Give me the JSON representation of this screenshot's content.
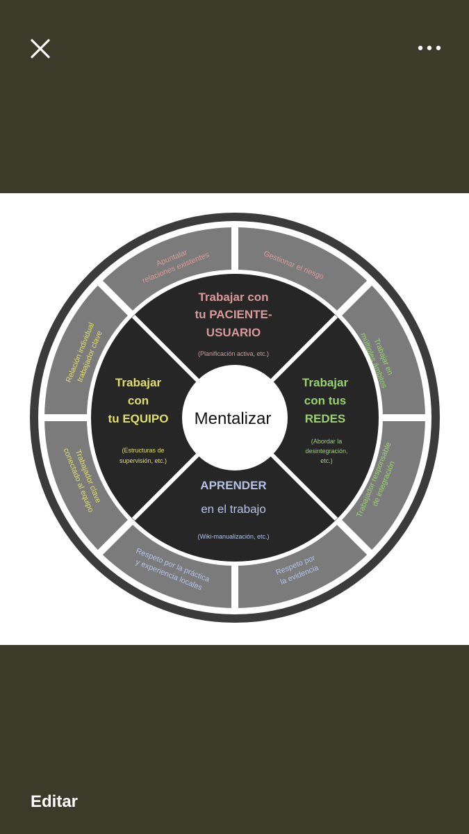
{
  "toolbar": {
    "close_icon": "close-icon",
    "more_icon": "more-options-icon",
    "edit_label": "Editar"
  },
  "colors": {
    "background": "#3a3c29",
    "pink": "#d99a9a",
    "yellow": "#e0df6a",
    "green": "#97d36d",
    "blue": "#b6c3e8"
  },
  "diagram": {
    "center": "Mentalizar",
    "top": {
      "lines": [
        "Trabajar con",
        "tu PACIENTE-",
        "USUARIO"
      ],
      "note": "(Planificación activa, etc.)"
    },
    "left": {
      "lines": [
        "Trabajar",
        "con",
        "tu EQUIPO"
      ],
      "note": [
        "(Estructuras de",
        "supervisión, etc.)"
      ]
    },
    "right": {
      "lines": [
        "Trabajar",
        "con tus",
        "REDES"
      ],
      "note": [
        "(Abordar la",
        "desintegración,",
        "etc.)"
      ]
    },
    "bottom": {
      "lines": [
        "APRENDER",
        "en el trabajo"
      ],
      "note": "(Wiki-manualización, etc.)"
    },
    "outer": {
      "top_left": [
        "Apuntalar",
        "relaciones existentes"
      ],
      "top_right": [
        "Gestionar el riesgo"
      ],
      "right_upper": [
        "Trabajar en",
        "múltiples ámbitos"
      ],
      "right_lower": [
        "Trabajador responsable",
        "de integración"
      ],
      "bottom_right": [
        "Respeto por",
        "la evidencia"
      ],
      "bottom_left": [
        "Respeto por la práctica",
        "y experiencia locales"
      ],
      "left_lower": [
        "Trabajador clave",
        "conectado al equipo"
      ],
      "left_upper": [
        "Relación individual",
        "trabajador clave"
      ]
    }
  }
}
